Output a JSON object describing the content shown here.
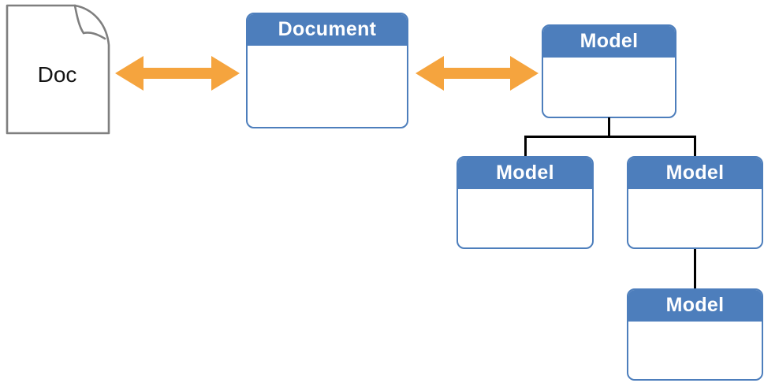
{
  "diagram": {
    "doc_icon": {
      "label": "Doc"
    },
    "boxes": {
      "document": {
        "title": "Document"
      },
      "model_root": {
        "title": "Model"
      },
      "model_left": {
        "title": "Model"
      },
      "model_right": {
        "title": "Model"
      },
      "model_bottom": {
        "title": "Model"
      }
    },
    "colors": {
      "box_blue": "#4D7EBC",
      "arrow_orange": "#F5A43E",
      "doc_outline_gray": "#7F7F7F",
      "connector_black": "#000000",
      "title_white": "#FFFFFF",
      "background_white": "#FFFFFF"
    }
  }
}
